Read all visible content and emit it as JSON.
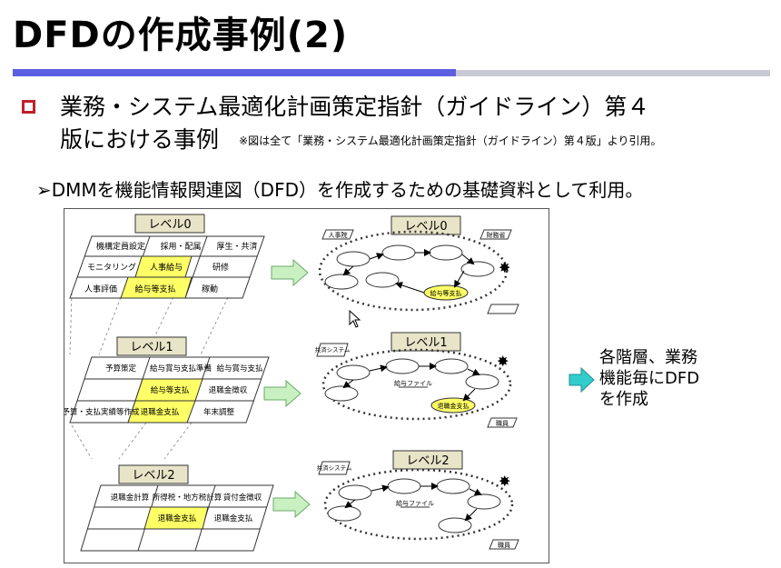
{
  "slide": {
    "title": "DFDの作成事例(2)",
    "heading_line1": "業務・システム最適化計画策定指針（ガイドライン）第４",
    "heading_line2": "版における事例",
    "note": "※図は全て「業務・システム最適化計画策定指針（ガイドライン）第４版」より引用。",
    "subpoint": "➢DMMを機能情報関連図（DFD）を作成するための基礎資料として利用。",
    "side_text": [
      "各階層、業務",
      "機能毎にDFD",
      "を作成"
    ]
  },
  "figure": {
    "level0": "レベル0",
    "level1": "レベル1",
    "level2": "レベル2",
    "l0_cells": [
      "機構定員設定",
      "採用・配属",
      "厚生・共済",
      "モニタリング",
      "人事給与",
      "研修",
      "人事評価",
      "給与等支払",
      "稼動"
    ],
    "l1_cells": [
      "予算策定",
      "給与賞与支払準備",
      "給与賞与支払",
      "給与等支払",
      "退職金徴収",
      "予算・支払実績等作成",
      "退職金支払",
      "年末調整"
    ],
    "l2_cells": [
      "退職金計算",
      "所得税・地方税計算",
      "貸付金徴収",
      "退職金支払",
      "退職金支払"
    ],
    "dfd0": {
      "ext_left": "人事院",
      "ext_right": "財務省",
      "process": "給与等支払"
    },
    "dfd1": {
      "ext_left": "共済システム",
      "file": "給与ファイル",
      "process": "退職金支払",
      "ext_bottom": "職員"
    },
    "dfd2": {
      "ext_left": "共済システム",
      "file": "給与ファイル",
      "ext_bottom": "職員"
    }
  },
  "colors": {
    "accent_blue": "#5b5fe0",
    "bullet_red": "#c0202a",
    "highlight": "#ffff66",
    "arrow_green": "#88e088",
    "arrow_teal": "#33cccc"
  }
}
